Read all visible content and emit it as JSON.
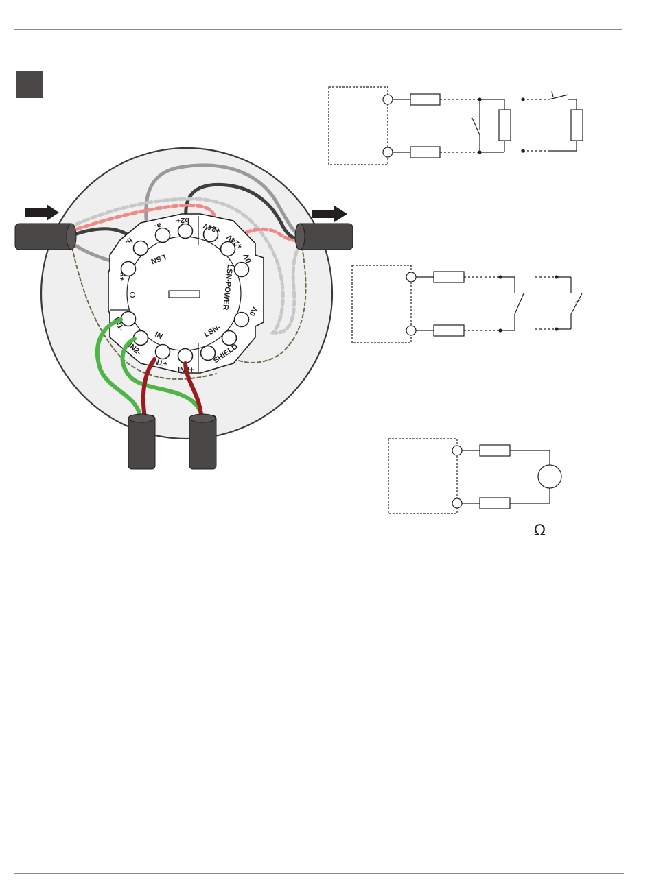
{
  "colors": {
    "ring_fill": "#efefef",
    "ring_stroke": "#3a3a3a",
    "cable_dark": "#4a4747",
    "wire_dark": "#3f3f3f",
    "wire_gray": "#9a9a9a",
    "wire_light_dash": "#c8c8c8",
    "wire_red_dash": "#f08a86",
    "wire_shield": "#6b6b4a",
    "wire_green": "#4fb548",
    "wire_red": "#9b1b1f",
    "diagram_line": "#231f20"
  },
  "base": {
    "terminals": {
      "b_minus": "b-",
      "a_minus": "a-",
      "b2_plus": "b2+",
      "plus24v_a": "+24V",
      "plus24v_b": "+24V",
      "zero_v_a": "0V",
      "zero_v_b": "0V",
      "a_plus": "a+",
      "in1_minus": "IN1-",
      "in2_minus": "IN2-",
      "in1_plus": "IN1+",
      "in2_plus": "IN2+",
      "lsn_minus": "LSN-",
      "shield": "SHIELD"
    },
    "group_labels": {
      "lsn": "LSN",
      "lsn_power": "LSN-POWER",
      "in": "IN"
    }
  },
  "diagrams": {
    "ohm_symbol": "Ω"
  },
  "icons": [
    "arrow-right-icon",
    "cable-icon",
    "resistor-icon",
    "switch-icon",
    "meter-icon"
  ]
}
